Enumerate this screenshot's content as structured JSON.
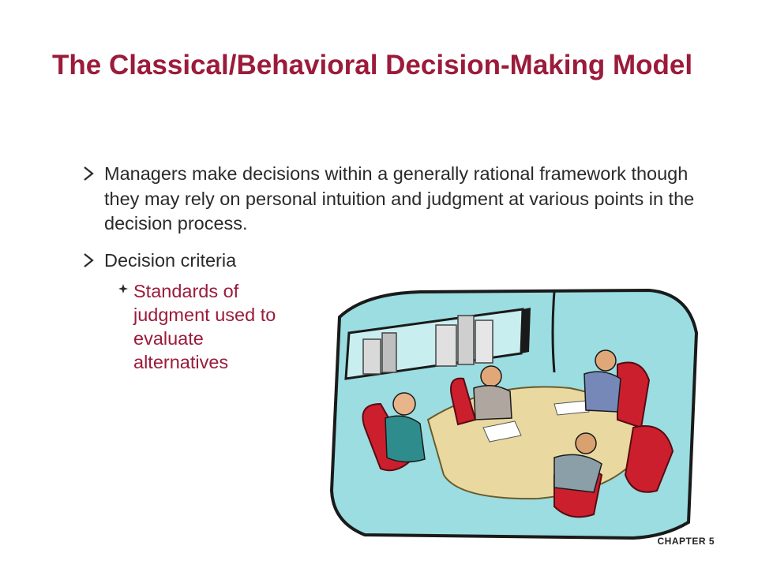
{
  "slide": {
    "title": "The Classical/Behavioral Decision-Making Model",
    "bullets": [
      {
        "text": "Managers make decisions within a generally rational framework though they may rely on personal intuition and judgment at various points in the decision process."
      },
      {
        "text": "Decision criteria",
        "subbullets": [
          {
            "text": "Standards of judgment used to evaluate alternatives"
          }
        ]
      }
    ],
    "footer": "CHAPTER 5",
    "illustration": {
      "icon": "meeting-clipart",
      "colors": {
        "wall": "#9bdde0",
        "table": "#e9d9a0",
        "chairs": "#cc1f2e"
      }
    },
    "colors": {
      "title": "#9b1b3a",
      "body": "#2a2a2a",
      "subbullet": "#9b1b3a"
    }
  }
}
